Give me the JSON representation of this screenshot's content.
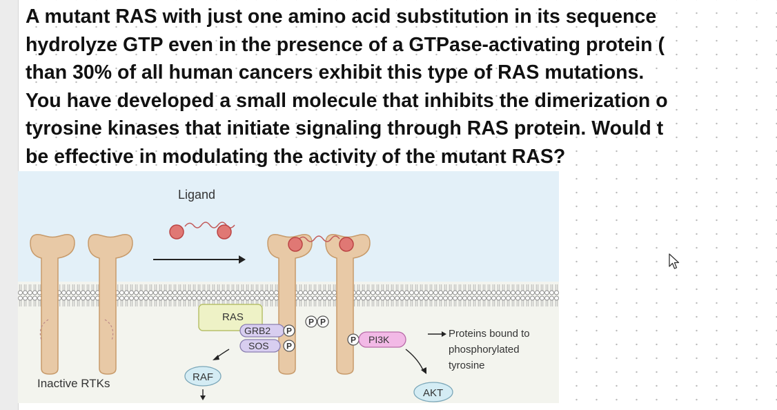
{
  "question": {
    "lines": [
      "A mutant RAS with just one amino acid substitution in its sequence",
      "hydrolyze GTP even in the presence of a GTPase-activating protein (",
      "than 30% of all human cancers exhibit this type of RAS mutations.",
      "You have developed a small molecule that inhibits the dimerization o",
      "tyrosine kinases that initiate signaling through RAS protein. Would t",
      "be effective in modulating the activity of the mutant RAS?"
    ]
  },
  "figure": {
    "ligand_label": "Ligand",
    "inactive_label": "Inactive RTKs",
    "ras": "RAS",
    "grb2": "GRB2",
    "sos": "SOS",
    "pi3k": "PI3K",
    "raf": "RAF",
    "akt": "AKT",
    "phospho": "P",
    "note_lines": [
      "Proteins bound to",
      "phosphorylated",
      "tyrosine"
    ],
    "colors": {
      "background": "#e3f0f8",
      "receptor": "#e8c9a6",
      "ligand": "#e07874",
      "ras_box": "#eef2c6",
      "grb2_sos": "#d8cef0",
      "pi3k": "#f2b9e6",
      "raf_akt": "#d4ecf4"
    }
  }
}
